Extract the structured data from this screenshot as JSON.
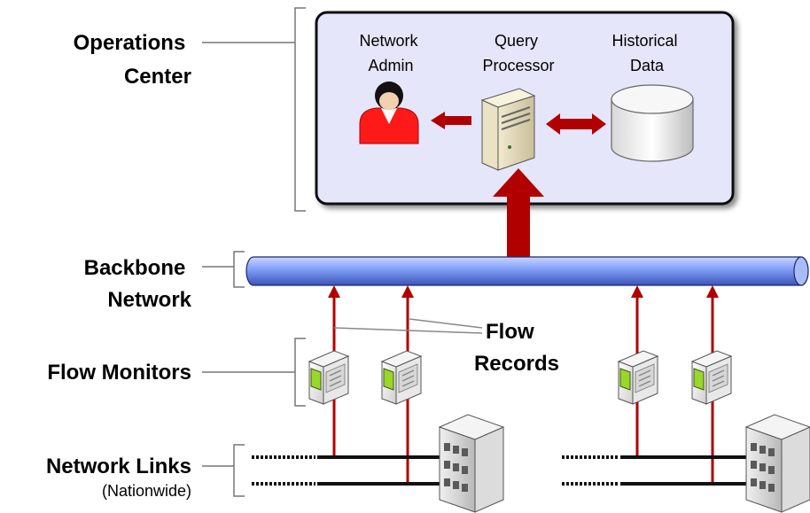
{
  "layers": {
    "operations_center": [
      "Operations",
      "Center"
    ],
    "backbone": [
      "Backbone",
      "Network"
    ],
    "flow_monitors": "Flow Monitors",
    "network_links": "Network Links",
    "network_links_sub": "(Nationwide)"
  },
  "ops": {
    "admin": [
      "Network",
      "Admin"
    ],
    "processor": [
      "Query",
      "Processor"
    ],
    "historical": [
      "Historical",
      "Data"
    ]
  },
  "flow_records": [
    "Flow",
    "Records"
  ],
  "colors": {
    "panel_fill": "#e6e6fa",
    "arrow": "#b00000",
    "person": "#ff1a1a",
    "pipe": "#7f9cf5",
    "monitor_screen": "#9bd62b"
  },
  "icons": [
    "person-icon",
    "server-icon",
    "database-icon",
    "flow-monitor-icon",
    "building-icon"
  ]
}
